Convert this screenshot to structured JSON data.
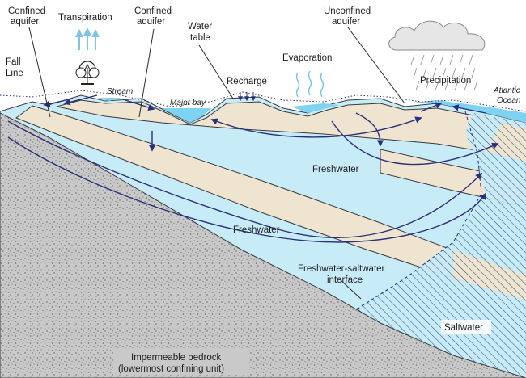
{
  "labels": {
    "confined_aquifer_left_1": "Confined",
    "confined_aquifer_left_2": "aquifer",
    "transpiration": "Transpiration",
    "confined_aquifer_mid_1": "Confined",
    "confined_aquifer_mid_2": "aquifer",
    "water_table_1": "Water",
    "water_table_2": "table",
    "unconfined_aquifer_1": "Unconfined",
    "unconfined_aquifer_2": "aquifer",
    "fall_line_1": "Fall",
    "fall_line_2": "Line",
    "evaporation": "Evaporation",
    "precipitation": "Precipitation",
    "recharge": "Recharge",
    "stream": "Stream",
    "major_bay": "Major bay",
    "atlantic_ocean_1": "Atlantic",
    "atlantic_ocean_2": "Ocean",
    "freshwater_upper": "Freshwater",
    "freshwater_lower": "Freshwater",
    "interface_1": "Freshwater-saltwater",
    "interface_2": "interface",
    "saltwater": "Saltwater",
    "bedrock_1": "Impermeable bedrock",
    "bedrock_2": "(lowermost confining unit)"
  },
  "colors": {
    "water_light": "#c8ebf8",
    "water_surface": "#7fd3f2",
    "confining_unit": "#eee4d0",
    "bedrock": "#c9c9c9",
    "flow_arrow": "#2b2f7a",
    "outline": "#3a3a3a",
    "cloud": "#e6e6e6"
  }
}
